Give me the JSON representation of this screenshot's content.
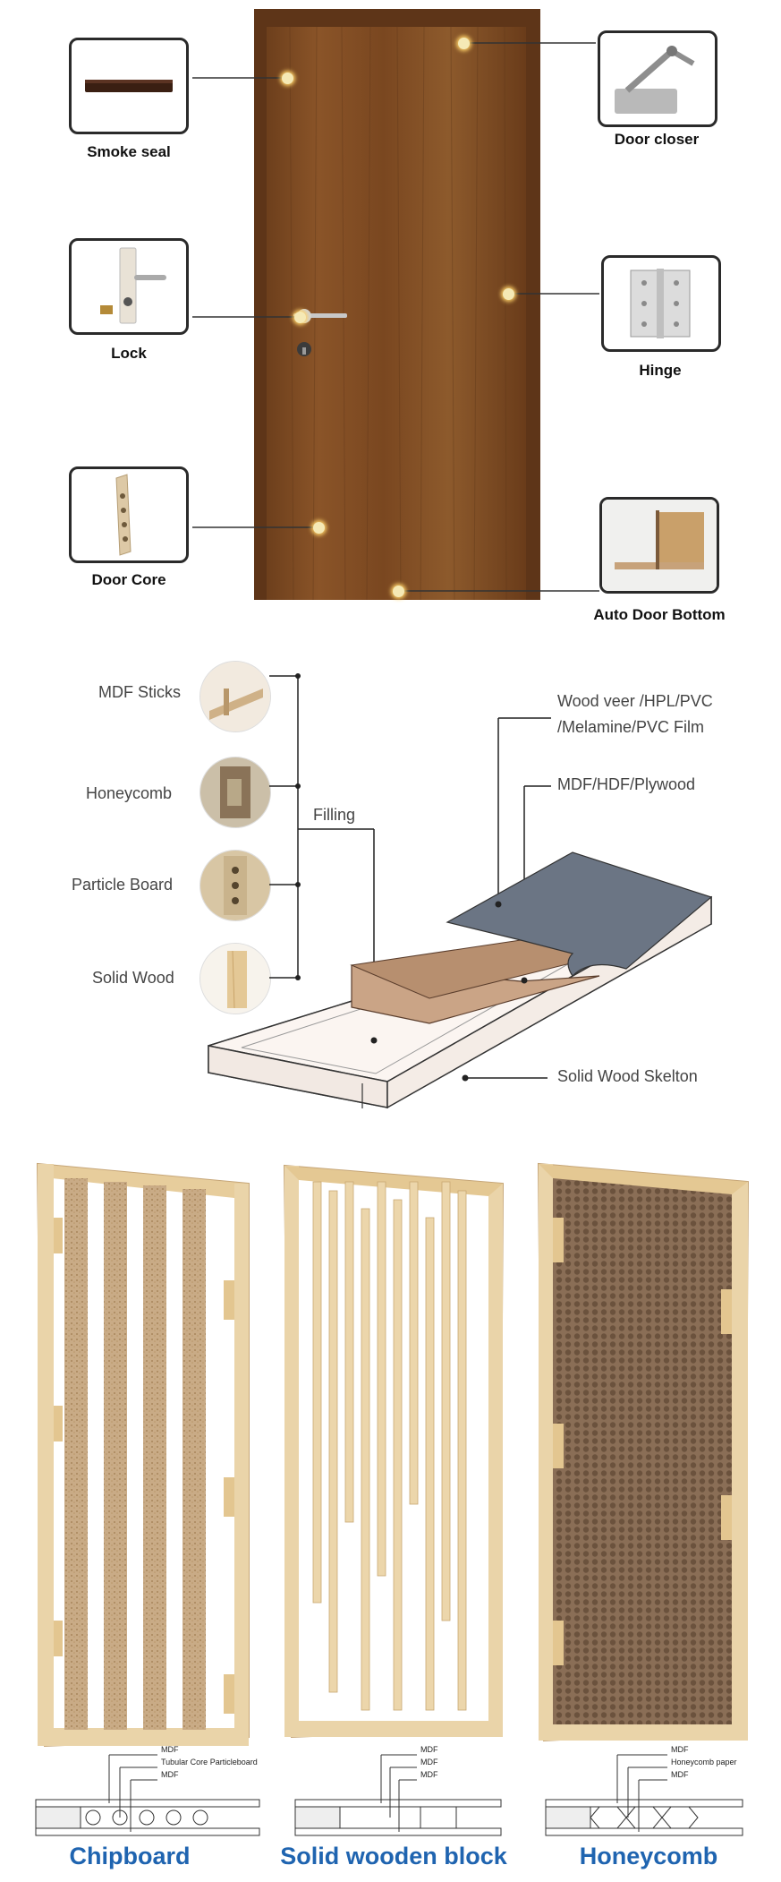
{
  "top": {
    "callouts": {
      "smoke_seal": "Smoke seal",
      "door_closer": "Door closer",
      "lock": "Lock",
      "hinge": "Hinge",
      "door_core": "Door Core",
      "auto_door_bottom": "Auto Door Bottom"
    }
  },
  "layers": {
    "left": [
      "MDF Sticks",
      "Honeycomb",
      "Particle Board",
      "Solid Wood"
    ],
    "filling": "Filling",
    "veneer_line1": "Wood veer /HPL/PVC",
    "veneer_line2": "/Melamine/PVC Film",
    "board": "MDF/HDF/Plywood",
    "skeleton": "Solid Wood Skelton"
  },
  "cores": {
    "chipboard": {
      "title": "Chipboard",
      "labels": [
        "MDF",
        "Tubular Core Particleboard",
        "MDF"
      ]
    },
    "solid": {
      "title": "Solid wooden block",
      "labels": [
        "MDF",
        "MDF",
        "MDF"
      ]
    },
    "honeycomb": {
      "title": "Honeycomb",
      "labels": [
        "MDF",
        "Honeycomb paper",
        "MDF"
      ]
    }
  },
  "colors": {
    "door_wood": "#7a4a22",
    "accent_title": "#1f64b0",
    "frame_wood": "#e6cfa4"
  }
}
